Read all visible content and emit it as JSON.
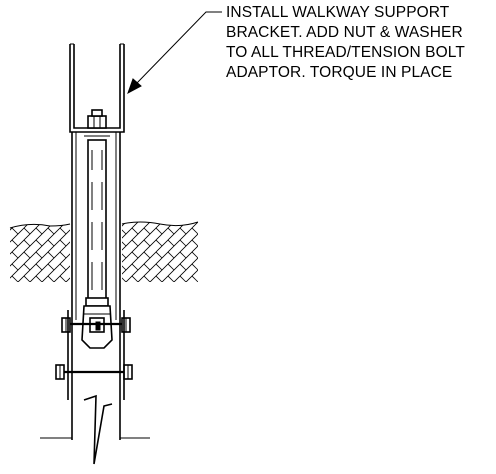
{
  "note": {
    "lines": [
      "INSTALL WALKWAY SUPPORT",
      "BRACKET.  ADD NUT & WASHER",
      "TO ALL THREAD/TENSION BOLT",
      "ADAPTOR.  TORQUE IN PLACE"
    ]
  },
  "colors": {
    "line": "#000000",
    "background": "#ffffff"
  }
}
